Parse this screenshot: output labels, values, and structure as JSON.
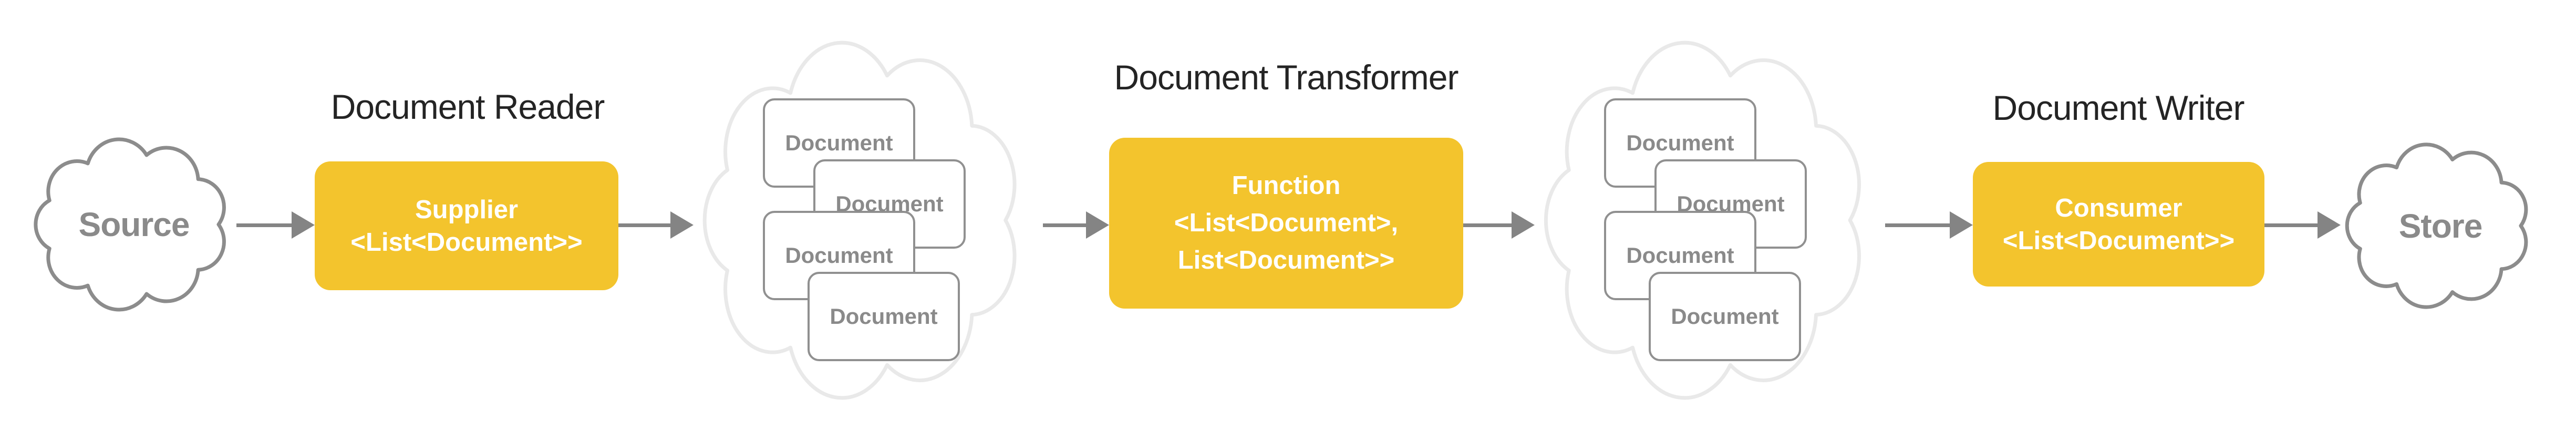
{
  "diagram": {
    "titles": {
      "reader": "Document Reader",
      "transformer": "Document Transformer",
      "writer": "Document Writer"
    },
    "source": {
      "label": "Source"
    },
    "store": {
      "label": "Store"
    },
    "reader_box": {
      "line1": "Supplier",
      "line2": "<List<Document>>"
    },
    "transformer_box": {
      "line1": "Function",
      "line2": "<List<Document>,",
      "line3": "List<Document>>"
    },
    "writer_box": {
      "line1": "Consumer",
      "line2": "<List<Document>>"
    },
    "cloud1": {
      "documents": [
        "Document",
        "Document",
        "Document",
        "Document"
      ]
    },
    "cloud2": {
      "documents": [
        "Document",
        "Document",
        "Document",
        "Document"
      ]
    },
    "colors": {
      "accent_yellow": "#F3C42D",
      "arrow_gray": "#848484",
      "node_stroke_gray": "#8C8C8C",
      "doc_stroke_gray": "#909090",
      "doc_text_gray": "#8A8A8A",
      "light_cloud_stroke": "#E9E9E9",
      "title_dark": "#242424"
    }
  }
}
